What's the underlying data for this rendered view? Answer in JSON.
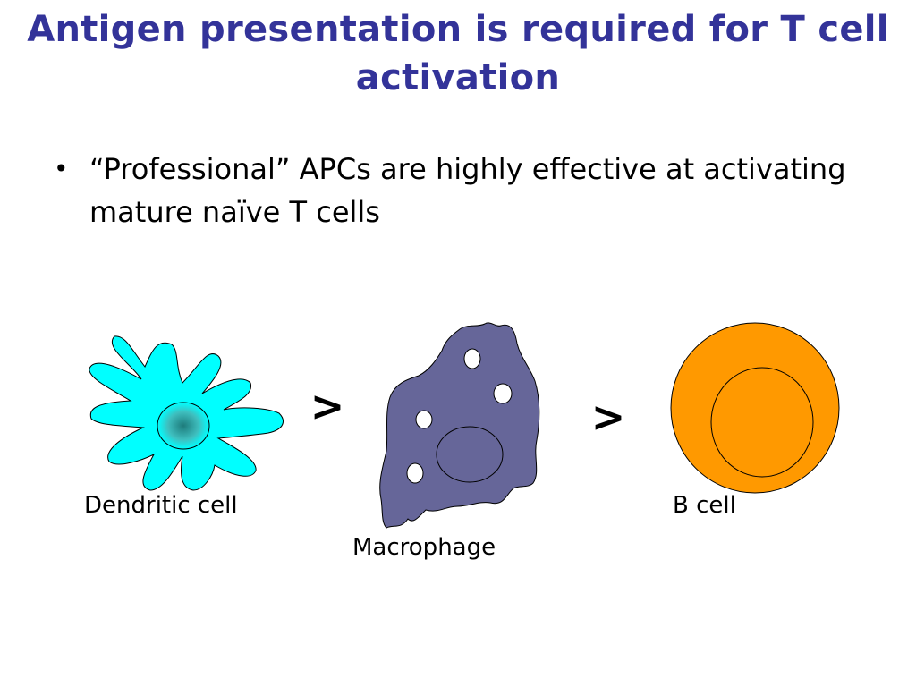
{
  "slide": {
    "title": "Antigen presentation is required for T cell activation",
    "bullets": [
      {
        "marker": "•",
        "text": "“Professional” APCs are highly effective at activating mature naïve T cells"
      }
    ]
  },
  "diagram": {
    "cells": [
      {
        "label": "Dendritic cell",
        "color": "#00FFFF",
        "nucleus_color": "#2E8B8B"
      },
      {
        "label": "Macrophage",
        "color": "#666699"
      },
      {
        "label": "B cell",
        "color": "#FF9900"
      }
    ],
    "comparators": [
      ">",
      ">"
    ]
  }
}
